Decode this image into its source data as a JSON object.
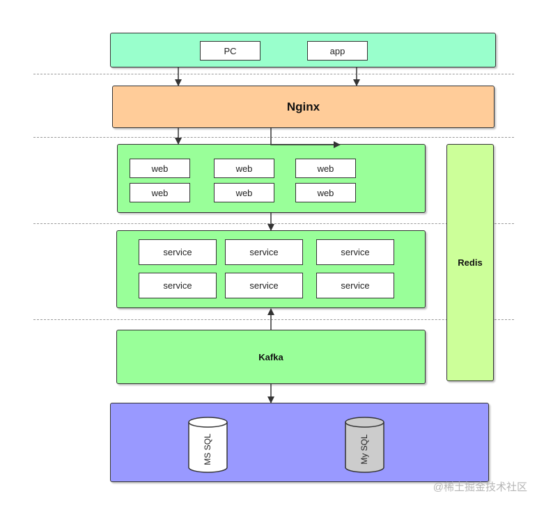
{
  "clients": {
    "pc": "PC",
    "app": "app"
  },
  "nginx": {
    "label": "Nginx"
  },
  "web": {
    "items": [
      "web",
      "web",
      "web",
      "web",
      "web",
      "web"
    ]
  },
  "service": {
    "items": [
      "service",
      "service",
      "service",
      "service",
      "service",
      "service"
    ]
  },
  "kafka": {
    "label": "Kafka"
  },
  "redis": {
    "label": "Redis"
  },
  "databases": {
    "mssql": "MS SQL",
    "mysql": "My SQL"
  },
  "watermark": "@稀土掘金技术社区",
  "colors": {
    "client_layer": "#99ffcc",
    "nginx_layer": "#ffcc99",
    "app_layers": "#99ff99",
    "redis": "#ccff99",
    "db_layer": "#9999ff",
    "mysql_cylinder": "#cccccc",
    "mssql_cylinder": "#ffffff"
  }
}
